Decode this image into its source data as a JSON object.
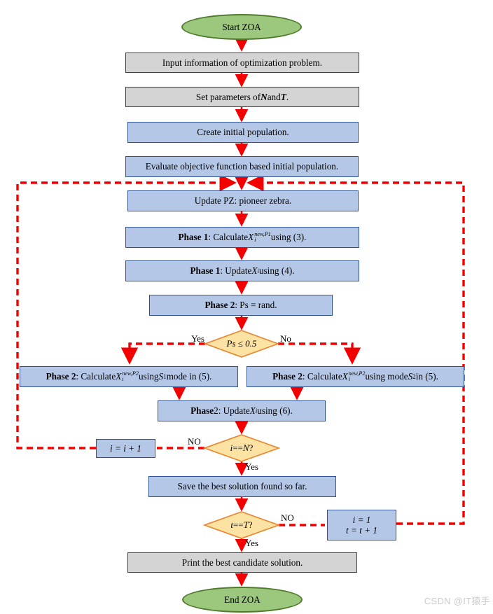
{
  "colors": {
    "process_fill": "#B4C7E7",
    "process_border": "#31538F",
    "io_fill": "#D4D4D4",
    "io_border": "#3F3F3F",
    "terminal_fill": "#9CC87D",
    "terminal_border": "#4F7A2B",
    "decision_fill": "#FCE3A4",
    "decision_border": "#E9862F",
    "flow_color": "#F20000"
  },
  "nodes": {
    "start": {
      "label": "Start ZOA"
    },
    "input_info": {
      "label": "Input information of optimization problem."
    },
    "set_params": {
      "segments": [
        {
          "t": "Set parameters of "
        },
        {
          "t": "N",
          "s": "b i"
        },
        {
          "t": " and "
        },
        {
          "t": "T",
          "s": "b i"
        },
        {
          "t": "."
        }
      ]
    },
    "create_pop": {
      "label": "Create initial population."
    },
    "evaluate": {
      "label": "Evaluate objective function based initial population."
    },
    "update_pz": {
      "label": "Update PZ: pioneer zebra."
    },
    "phase1_calc": {
      "segments": [
        {
          "t": "Phase 1",
          "s": "b"
        },
        {
          "t": ": Calculate "
        },
        {
          "t": "X",
          "s": "i"
        },
        {
          "s": "supsub",
          "sup": "new,P1",
          "sub": "i"
        },
        {
          "t": " using (3)."
        }
      ]
    },
    "phase1_update": {
      "segments": [
        {
          "t": "Phase 1",
          "s": "b"
        },
        {
          "t": ": Update "
        },
        {
          "t": "X",
          "s": "i"
        },
        {
          "t": "i",
          "s": "sub i"
        },
        {
          "t": " using (4)."
        }
      ]
    },
    "phase2_ps": {
      "segments": [
        {
          "t": "Phase 2",
          "s": "b"
        },
        {
          "t": ": Ps = rand."
        }
      ]
    },
    "ps_decision": {
      "segments": [
        {
          "t": "Ps ≤ 0.5",
          "s": "i"
        }
      ]
    },
    "phase2_s1": {
      "segments": [
        {
          "t": "Phase 2",
          "s": "b"
        },
        {
          "t": ": Calculate "
        },
        {
          "t": "X",
          "s": "i"
        },
        {
          "s": "supsub",
          "sup": "new,P2",
          "sub": "i"
        },
        {
          "t": " using "
        },
        {
          "t": "S",
          "s": "i"
        },
        {
          "t": "1",
          "s": "sub"
        },
        {
          "t": " mode in (5)."
        }
      ]
    },
    "phase2_s2": {
      "segments": [
        {
          "t": "Phase 2",
          "s": "b"
        },
        {
          "t": ": Calculate "
        },
        {
          "t": "X",
          "s": "i"
        },
        {
          "s": "supsub",
          "sup": "new,P2",
          "sub": "i"
        },
        {
          "t": " using mode "
        },
        {
          "t": "S",
          "s": "i"
        },
        {
          "t": "2",
          "s": "sub"
        },
        {
          "t": " in (5)."
        }
      ]
    },
    "phase2_update": {
      "segments": [
        {
          "t": "Phase",
          "s": "b"
        },
        {
          "t": " 2: Update "
        },
        {
          "t": "X",
          "s": "i"
        },
        {
          "t": "i",
          "s": "sub i"
        },
        {
          "t": " using (6)."
        }
      ]
    },
    "i_check": {
      "segments": [
        {
          "t": "i",
          "s": "i"
        },
        {
          "t": " == "
        },
        {
          "t": "N",
          "s": "i"
        },
        {
          "t": "?"
        }
      ]
    },
    "i_increment": {
      "segments": [
        {
          "t": "i = i + 1",
          "s": "i"
        }
      ]
    },
    "save_best": {
      "label": "Save the best solution found so far."
    },
    "t_check": {
      "segments": [
        {
          "t": "t",
          "s": "i"
        },
        {
          "t": " == "
        },
        {
          "t": "T",
          "s": "i"
        },
        {
          "t": "?"
        }
      ]
    },
    "reset_counters": {
      "line1": [
        {
          "t": "i = 1",
          "s": "i"
        }
      ],
      "line2": [
        {
          "t": "t = t + 1",
          "s": "i"
        }
      ]
    },
    "print_best": {
      "label": "Print the best candidate solution."
    },
    "end": {
      "label": "End ZOA"
    }
  },
  "edge_labels": {
    "ps_yes": "Yes",
    "ps_no": "No",
    "i_no": "NO",
    "i_yes": "Yes",
    "t_no": "NO",
    "t_yes": "Yes"
  },
  "watermark": "CSDN @IT猿手"
}
